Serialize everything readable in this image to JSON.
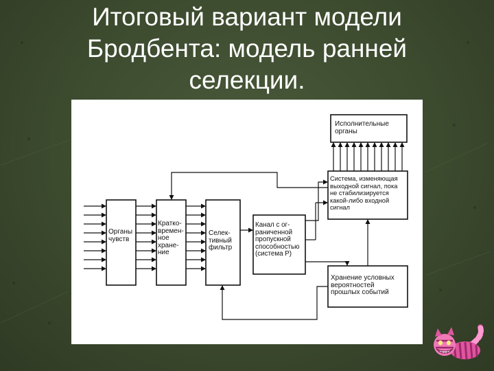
{
  "slide": {
    "title_lines": [
      "Итоговый вариант модели",
      "Бродбента: модель ранней",
      "селекции."
    ]
  },
  "diagram": {
    "boxes": {
      "senses": "Органы\nчувств",
      "short_term": "Кратко-\nвремен-\nное\nхране-\nние",
      "selective_filter": "Селек-\nтивный\nфильтр",
      "limited_channel": "Канал с ог-\nраниченной\nпропускной\nспособностью\n(система P)",
      "effectors": "Исполнительные\nорганы",
      "output_system": "Система, изменяющая\nвыходной сигнал, пока\nне стабилизируется\nкакой-либо входной\nсигнал",
      "memory": "Хранение условных\nвероятностей\nпрошлых событий"
    }
  },
  "colors": {
    "background": "#3c4a2e",
    "diagram_bg": "#ffffff",
    "ink": "#111111",
    "title": "#ffffff"
  },
  "icons": {
    "mascot": "cheshire-cat-icon"
  }
}
